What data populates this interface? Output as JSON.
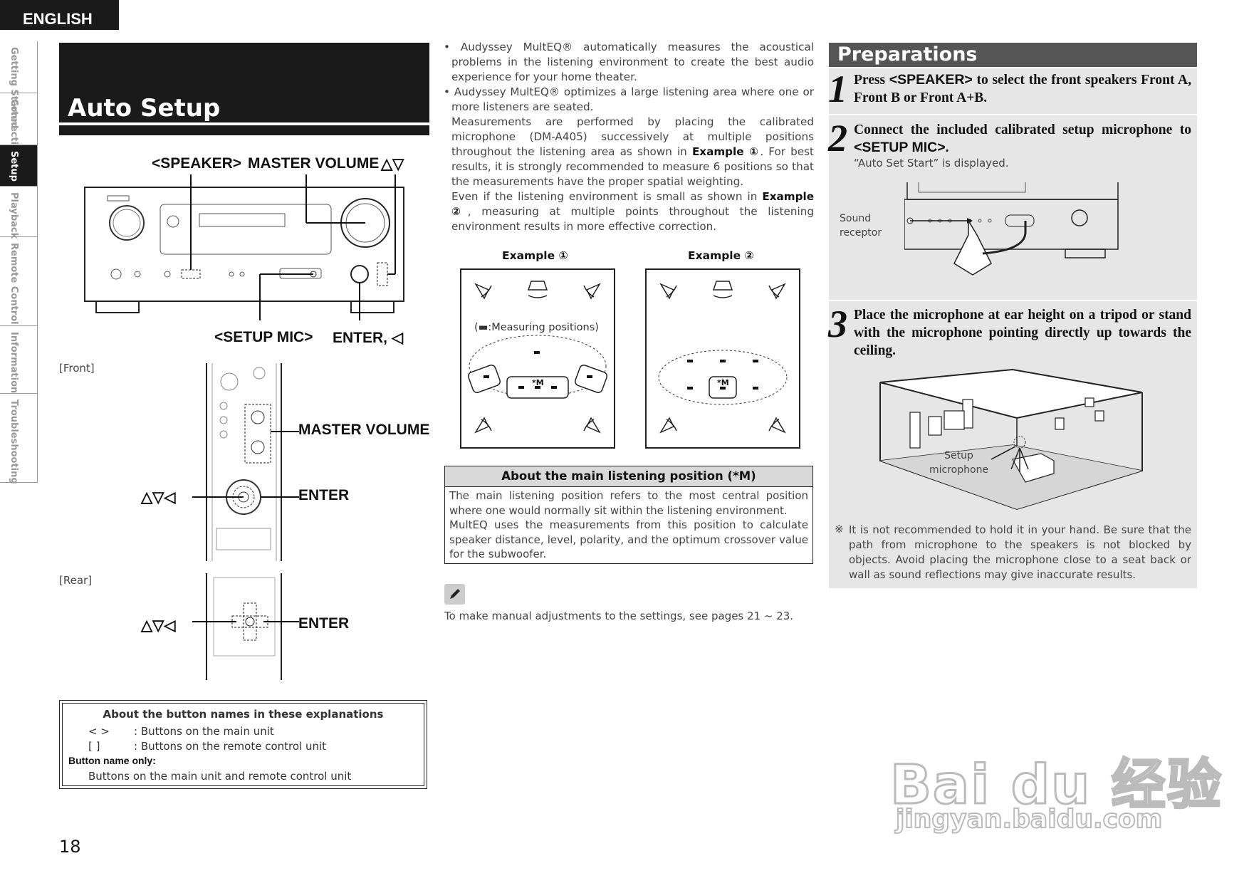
{
  "header": {
    "language_tab": "ENGLISH"
  },
  "side_nav": [
    {
      "label": "Getting Started",
      "active": false
    },
    {
      "label": "Connections",
      "active": false
    },
    {
      "label": "Setup",
      "active": true
    },
    {
      "label": "Playback",
      "active": false
    },
    {
      "label": "Remote Control",
      "active": false
    },
    {
      "label": "Information",
      "active": false
    },
    {
      "label": "Troubleshooting",
      "active": false
    }
  ],
  "section_title": "Auto Setup",
  "unit_labels": {
    "speaker": "<SPEAKER>",
    "master_volume": "MASTER VOLUME",
    "arrows_top": "△▽",
    "setup_mic": "<SETUP MIC>",
    "enter_left": "ENTER, ◁"
  },
  "remote": {
    "front_label": "[Front]",
    "rear_label": "[Rear]",
    "master_volume": "MASTER VOLUME",
    "enter": "ENTER",
    "arrows": "△▽◁",
    "enter_rear": "ENTER",
    "arrows_rear": "△▽◁"
  },
  "button_names": {
    "title": "About the button names in these explanations",
    "row1_sym": "<     >",
    "row1_text": ": Buttons on the main unit",
    "row2_sym": "[     ]",
    "row2_text": ": Buttons on the remote control unit",
    "only_label": "Button name only:",
    "only_text": "Buttons on the main unit and remote control unit"
  },
  "page_number": "18",
  "middle": {
    "bullet1": "Audyssey MultEQ® automatically measures the acoustical problems in the listening environment to create the best audio experience for your home theater.",
    "bullet2": "Audyssey MultEQ® optimizes a large listening area where one or more listeners are seated.",
    "para1_a": "Measurements are performed by placing the calibrated microphone (DM-A405) successively at multiple positions throughout the listening area as shown in ",
    "para1_bold": "Example ①",
    "para1_b": ". For best results, it is strongly recommended to measure 6 positions so that the measurements have the proper spatial weighting.",
    "para2_a": "Even if the listening environment is small as shown in ",
    "para2_bold": "Example ②",
    "para2_b": ", measuring at multiple points throughout the listening environment results in more effective correction.",
    "example1": "Example ①",
    "example2": "Example ②",
    "measuring_note": "(▬:Measuring positions)",
    "m_label": "*M",
    "listening_title": "About the main listening position (*M)",
    "listening_p1": "The main listening position refers to the most central position where one would normally sit within the listening environment.",
    "listening_p2": "MultEQ uses the measurements from this position to calculate speaker distance, level, polarity, and the optimum crossover value for the subwoofer.",
    "note": "To make manual adjustments to the settings, see pages 21 ~ 23."
  },
  "preparations": {
    "title": "Preparations",
    "step1_num": "1",
    "step1_a": "Press ",
    "step1_key": "<SPEAKER>",
    "step1_b": " to select the front speakers Front A, Front B or Front A+B.",
    "step2_num": "2",
    "step2_a": "Connect the included calibrated setup microphone to ",
    "step2_key": "<SETUP MIC>",
    "step2_b": ".",
    "step2_sub": "“Auto Set Start” is displayed.",
    "sound_receptor_1": "Sound",
    "sound_receptor_2": "receptor",
    "step3_num": "3",
    "step3_text": "Place the microphone at ear height on a tripod or stand with the microphone pointing directly up towards the ceiling.",
    "setup_mic_1": "Setup",
    "setup_mic_2": "microphone",
    "caution_mark": "※",
    "caution": "It is not recommended to hold it in your hand. Be sure that the path from microphone to the speakers is not blocked by objects. Avoid placing the microphone close to a seat back or wall as sound reflections may give inaccurate results."
  },
  "watermark": {
    "logo": "Bai du 经验",
    "url": "jingyan.baidu.com"
  }
}
